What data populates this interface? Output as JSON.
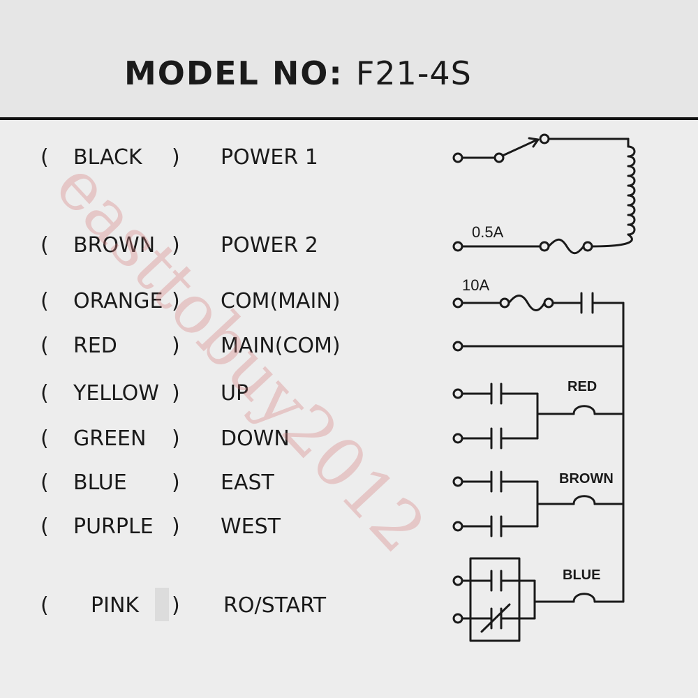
{
  "title": {
    "label": "MODEL NO:",
    "value": "F21-4S"
  },
  "rows": [
    {
      "color": "BLACK",
      "function": "POWER 1"
    },
    {
      "color": "BROWN",
      "function": "POWER 2"
    },
    {
      "color": "ORANGE",
      "function": "COM(MAIN)"
    },
    {
      "color": "RED",
      "function": "MAIN(COM)"
    },
    {
      "color": "YELLOW",
      "function": "UP"
    },
    {
      "color": "GREEN",
      "function": "DOWN"
    },
    {
      "color": "BLUE",
      "function": "EAST"
    },
    {
      "color": "PURPLE",
      "function": "WEST"
    },
    {
      "color": "PINK",
      "function": "RO/START"
    }
  ],
  "paren_open": "(",
  "paren_close": ")",
  "schematic": {
    "fuse1_label": "0.5A",
    "fuse2_label": "10A",
    "load1_label": "RED",
    "load2_label": "BROWN",
    "load3_label": "BLUE"
  },
  "watermark": "easttobuy2012"
}
